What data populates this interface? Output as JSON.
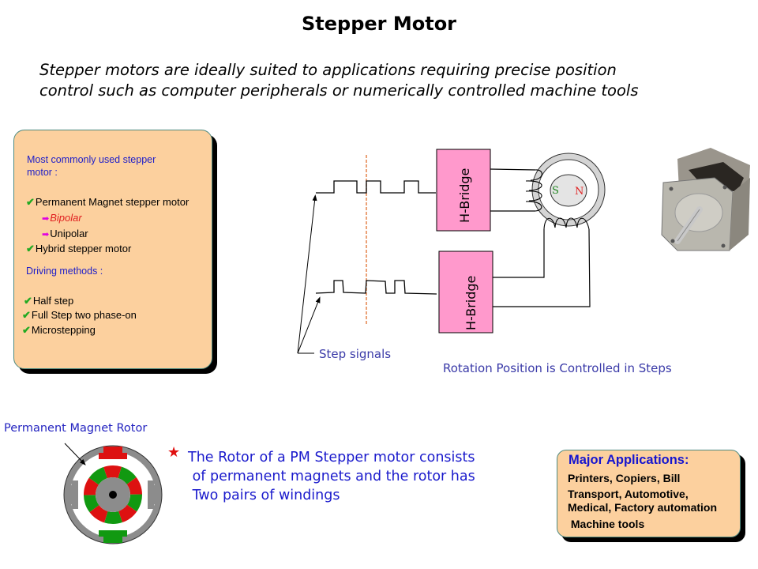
{
  "title": "Stepper Motor",
  "subtitle": {
    "line1": "Stepper motors are ideally suited to applications requiring precise position",
    "line2": "control such as computer peripherals or numerically controlled machine tools"
  },
  "left_panel": {
    "heading_line1": "Most commonly used stepper",
    "heading_line2": "motor :",
    "types": [
      {
        "icon": "check-icon",
        "label": "Permanent Magnet stepper motor"
      },
      {
        "icon": "arrow-right-icon",
        "label": "Bipolar"
      },
      {
        "icon": "arrow-right-icon",
        "label": "Unipolar"
      },
      {
        "icon": "check-icon",
        "label": "Hybrid stepper motor"
      }
    ],
    "driving_heading": "Driving methods :",
    "driving_methods": [
      {
        "icon": "check-icon",
        "label": "Half step"
      },
      {
        "icon": "check-icon",
        "label": "Full Step two phase-on"
      },
      {
        "icon": "check-icon",
        "label": "Microstepping"
      }
    ],
    "check_glyph": "✔",
    "arrow_glyph": "➡"
  },
  "diagram": {
    "hbridge_top": "H-Bridge",
    "hbridge_bottom": "H-Bridge",
    "pole_s": "S",
    "pole_n": "N",
    "step_signals_label": "Step signals",
    "caption": "Rotation Position is Controlled in Steps",
    "colors": {
      "hbridge_fill": "#ff99cc",
      "stator": "#d4d4d4",
      "rotor": "#e4e4e4",
      "s_pole": "#228822",
      "n_pole": "#e02020",
      "divider": "#e07030"
    }
  },
  "rotor": {
    "label": "Permanent Magnet Rotor",
    "colors": {
      "red": "#dd1111",
      "green": "#119911",
      "grey": "#8c8c8c"
    }
  },
  "rotor_text": {
    "star": "★",
    "line1": "The Rotor of a PM Stepper motor consists",
    "line2": " of permanent magnets and the rotor has",
    "line3": " Two pairs of windings"
  },
  "applications": {
    "title": "Major Applications:",
    "lines": [
      "Printers, Copiers, Bill",
      "Transport, Automotive,",
      "Medical, Factory automation",
      " Machine tools"
    ]
  }
}
